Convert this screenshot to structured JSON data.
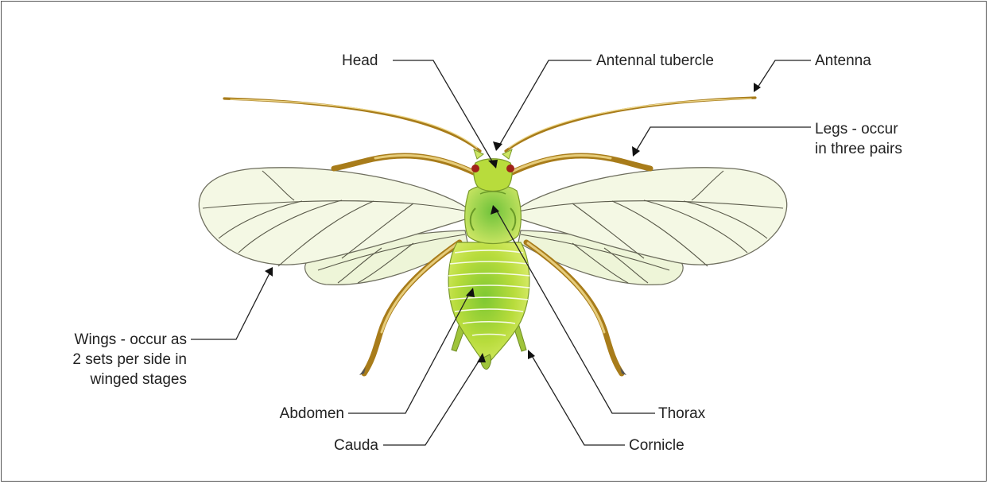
{
  "labels": {
    "head": "Head",
    "antennal_tubercle": "Antennal tubercle",
    "antenna": "Antenna",
    "legs_line1": "Legs - occur",
    "legs_line2": "in three pairs",
    "wings_line1": "Wings - occur as",
    "wings_line2": "2 sets per side in",
    "wings_line3": "winged stages",
    "abdomen": "Abdomen",
    "cauda": "Cauda",
    "thorax": "Thorax",
    "cornicle": "Cornicle"
  },
  "colors": {
    "body_green": "#b8dc3c",
    "wing_fill": "#f4f8e4",
    "leg_brown": "#a87c1a",
    "eye_red": "#a0231a"
  }
}
